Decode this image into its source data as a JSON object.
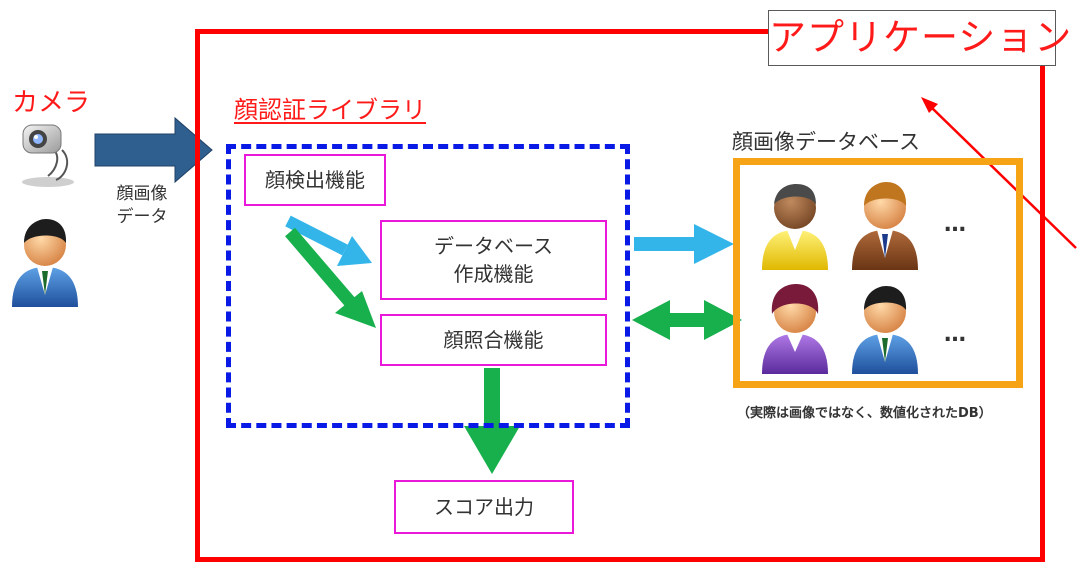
{
  "application": {
    "title": "アプリケーション"
  },
  "camera": {
    "label": "カメラ"
  },
  "input": {
    "label": "顔画像\nデータ"
  },
  "library": {
    "title": "顔認証ライブラリ",
    "functions": {
      "detect": "顔検出機能",
      "create_db": "データベース\n作成機能",
      "match": "顔照合機能"
    }
  },
  "output": {
    "score": "スコア出力"
  },
  "face_db": {
    "label": "顔画像データベース",
    "ellipsis": [
      "…",
      "…"
    ],
    "note": "（実際は画像ではなく、数値化されたDB）"
  },
  "colors": {
    "red": "#ff0000",
    "blue_dashed": "#0a1ae6",
    "magenta": "#ea18d9",
    "orange": "#f6a415",
    "arrow_navy": "#2f5f8f",
    "arrow_cyan": "#33b5ea",
    "arrow_green": "#17b04c"
  }
}
